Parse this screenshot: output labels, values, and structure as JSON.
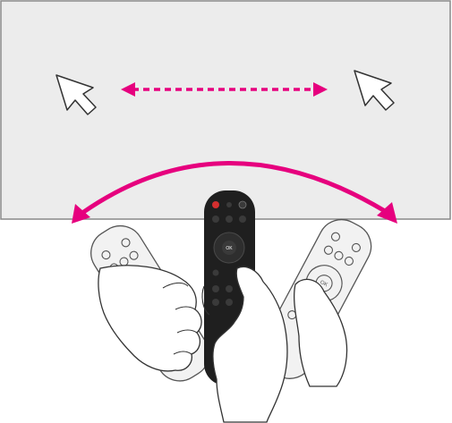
{
  "illustration": {
    "screen_color": "#ececec",
    "screen_border_color": "#888888",
    "arrow_color": "#e6007e",
    "motion_arrow_style": "dashed",
    "sweep_arc_style": "solid",
    "cursor_icon": "mouse-pointer-icon",
    "remote_main_color": "#1f1f1f",
    "remote_side_color": "#f2f2f2",
    "remote_center_button_label": "OK"
  }
}
